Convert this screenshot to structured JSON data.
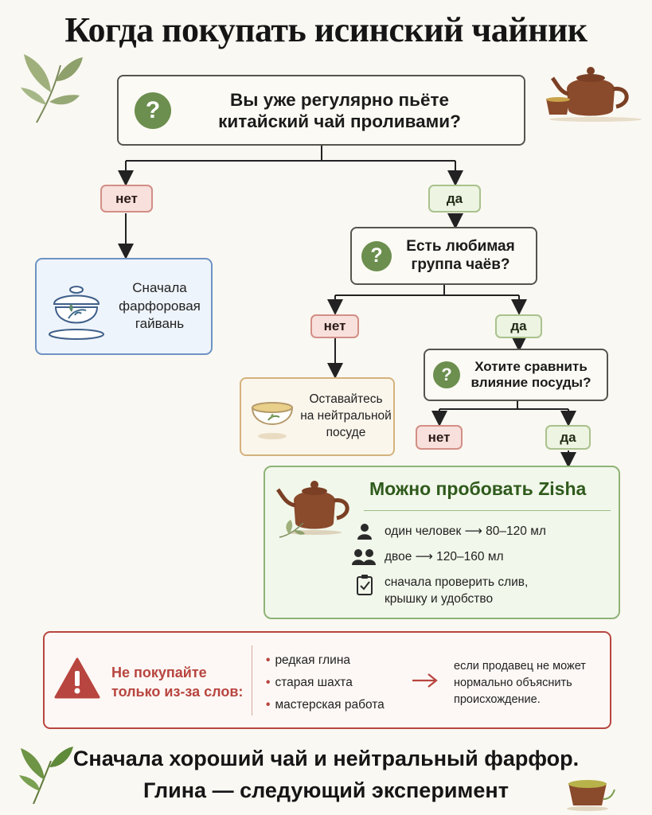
{
  "title": "Когда покупать исинский чайник",
  "root_question": {
    "icon": "question-icon",
    "line1": "Вы уже регулярно пьёте",
    "line2": "китайский чай проливами?"
  },
  "level1": {
    "no_label": "нет",
    "yes_label": "да",
    "no_result": {
      "icon": "gaiwan-icon",
      "line1": "Сначала",
      "line2": "фарфоровая",
      "line3": "гайвань"
    }
  },
  "question2": {
    "icon": "question-icon",
    "line1": "Есть любимая",
    "line2": "группа чаёв?"
  },
  "level2": {
    "no_label": "нет",
    "yes_label": "да",
    "no_result": {
      "icon": "porcelain-cup-icon",
      "line1": "Оставайтесь",
      "line2": "на нейтральной",
      "line3": "посуде"
    }
  },
  "question3": {
    "icon": "question-icon",
    "line1": "Хотите сравнить",
    "line2": "влияние посуды?"
  },
  "level3": {
    "no_label": "нет",
    "yes_label": "да"
  },
  "zisha": {
    "title": "Можно пробовать Zisha",
    "items": [
      {
        "icon": "person-icon",
        "text": "один человек ⟶ 80–120 мл"
      },
      {
        "icon": "two-people-icon",
        "text": "двое ⟶ 120–160 мл"
      },
      {
        "icon": "checklist-icon",
        "line1": "сначала проверить слив,",
        "line2": "крышку и удобство"
      }
    ]
  },
  "warning": {
    "icon": "warning-icon",
    "title_line1": "Не покупайте",
    "title_line2": "только из-за слов:",
    "bullets": [
      "редкая глина",
      "старая шахта",
      "мастерская работа"
    ],
    "arrow_icon": "arrow-right-icon",
    "note_line1": "если продавец не может",
    "note_line2": "нормально объяснить",
    "note_line3": "происхождение."
  },
  "footer": {
    "line1": "Сначала хороший чай и нейтральный фарфор.",
    "line2": "Глина — следующий эксперимент"
  },
  "colors": {
    "accent_green": "#6c8e4e",
    "title_green": "#2f5a1c",
    "no_red": "#d28f86",
    "yes_green": "#a9c28d",
    "warning_red": "#b8453f",
    "clay_brown": "#8a4a2c"
  }
}
